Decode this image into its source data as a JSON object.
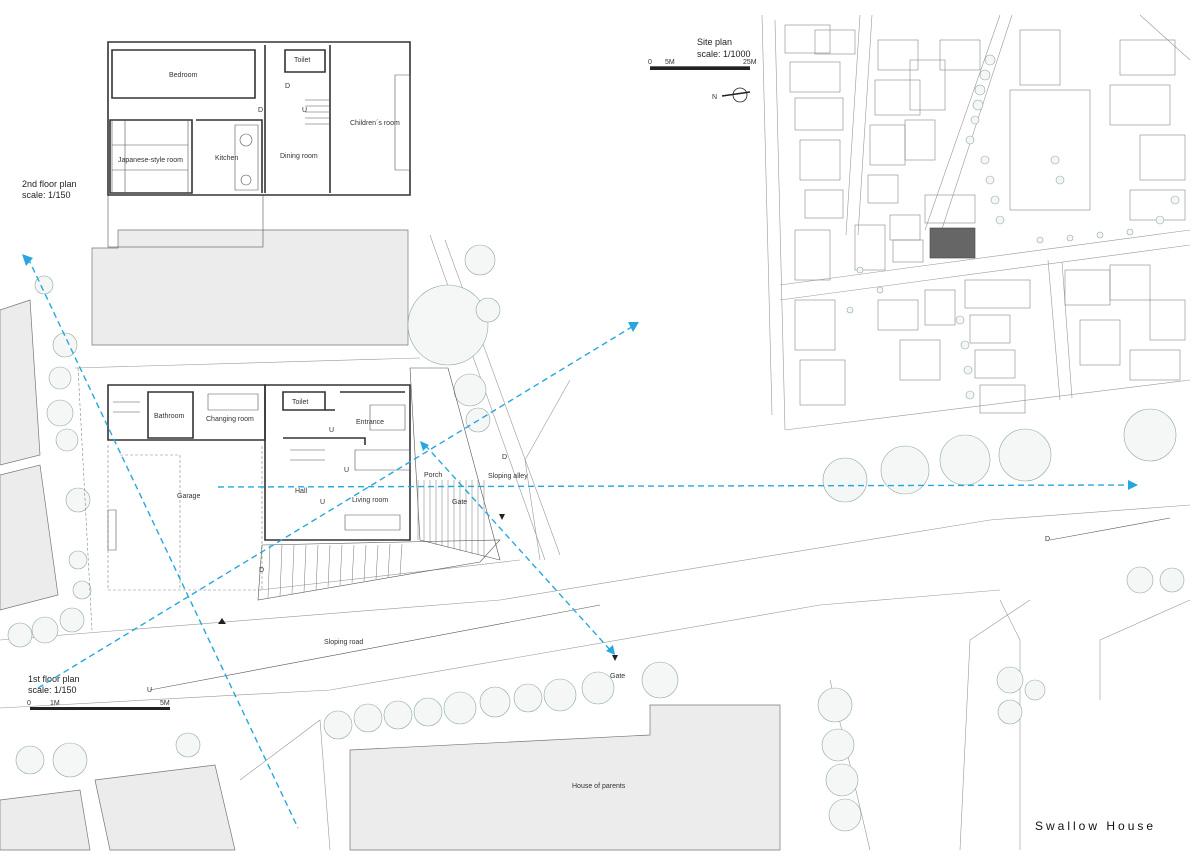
{
  "title": "Swallow House",
  "plans": {
    "second_floor": {
      "name": "2nd floor plan",
      "scale": "scale: 1/150"
    },
    "first_floor": {
      "name": "1st floor plan",
      "scale": "scale: 1/150",
      "scalebar": [
        "0",
        "1M",
        "5M"
      ]
    },
    "site": {
      "name": "Site plan",
      "scale": "scale: 1/1000",
      "scalebar": [
        "0",
        "5M",
        "25M"
      ],
      "north": "N"
    }
  },
  "rooms_2f": {
    "bedroom": "Bedroom",
    "toilet": "Toilet",
    "childrens_room": "Children´s room",
    "japanese_room": "Japanese-style room",
    "kitchen": "Kitchen",
    "dining_room": "Dining room"
  },
  "rooms_1f": {
    "bathroom": "Bathroom",
    "changing_room": "Changing room",
    "toilet": "Toilet",
    "entrance": "Entrance",
    "garage": "Garage",
    "hall": "Hall",
    "living_room": "Living room",
    "porch": "Porch",
    "gate": "Gate"
  },
  "context": {
    "sloping_alley": "Sloping alley",
    "sloping_road": "Sloping road",
    "gate": "Gate",
    "house_of_parents": "House of parents"
  },
  "stair_marks": {
    "up": "U",
    "down": "D"
  },
  "colors": {
    "arrow": "#27a7dd",
    "building_fill": "#ececec",
    "tree": "#8faa9a",
    "highlight": "#666666"
  }
}
